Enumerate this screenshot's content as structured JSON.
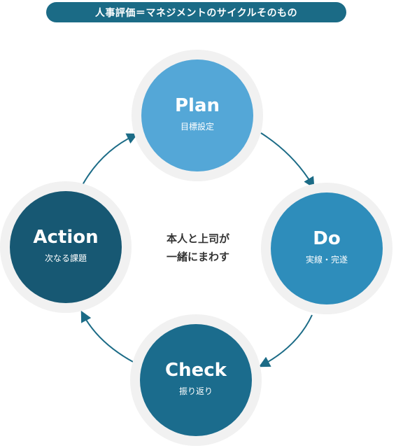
{
  "title": "人事評価＝マネジメントのサイクルそのもの",
  "center": {
    "line1": "本人と上司が",
    "line2": "一緒にまわす"
  },
  "nodes": [
    {
      "key": "plan",
      "label": "Plan",
      "sublabel": "目標設定",
      "color": "#54a7d7"
    },
    {
      "key": "do",
      "label": "Do",
      "sublabel": "実線・完遂",
      "color": "#2e8dbb"
    },
    {
      "key": "check",
      "label": "Check",
      "sublabel": "振り返り",
      "color": "#1b6c8d"
    },
    {
      "key": "action",
      "label": "Action",
      "sublabel": "次なる課題",
      "color": "#175873"
    }
  ],
  "colors": {
    "title_bg": "#1b6b86",
    "arrow": "#1b6b86",
    "halo": "#f1f1f1"
  }
}
